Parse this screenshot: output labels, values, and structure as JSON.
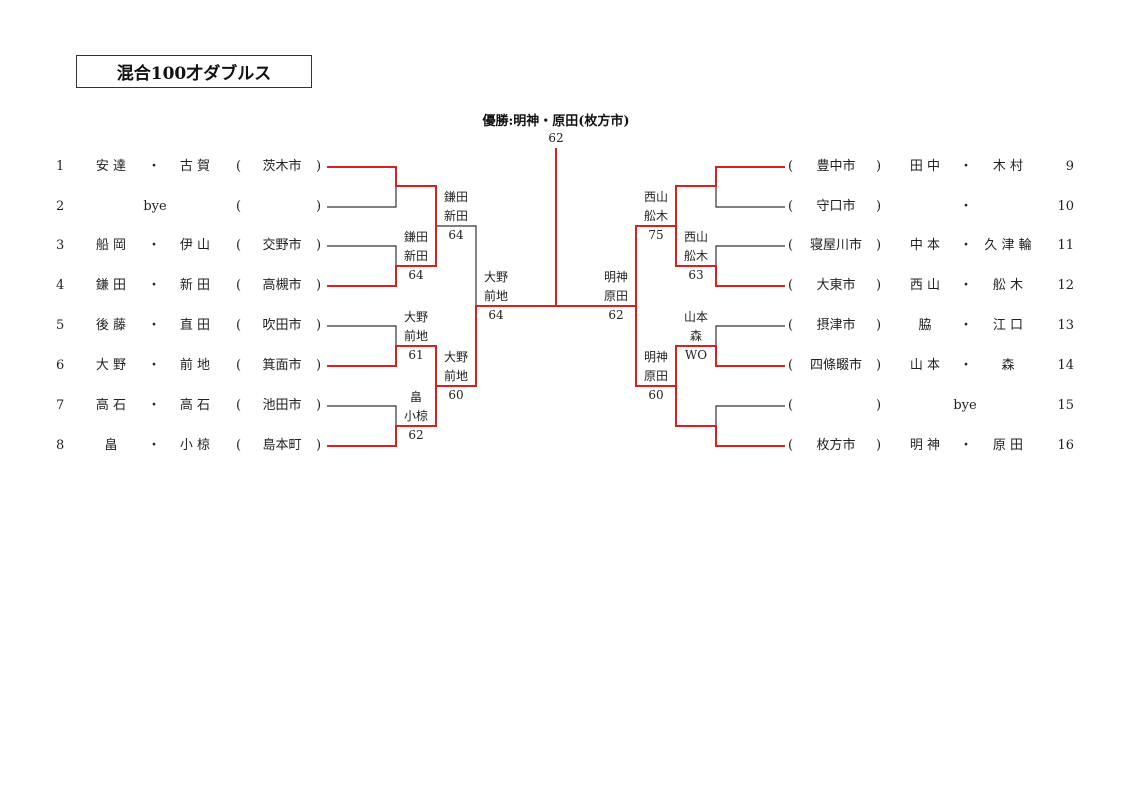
{
  "title": "混合100才ダブルス",
  "champion": {
    "label": "優勝:明神・原田(枚方市)",
    "score": "62"
  },
  "left_entries": [
    {
      "num": "1",
      "p1": "安 達",
      "dot": "・",
      "p2": "古 賀",
      "open": "(",
      "city": "茨木市",
      "close": ")"
    },
    {
      "num": "2",
      "bye": "bye",
      "open": "(",
      "city": "",
      "close": ")"
    },
    {
      "num": "3",
      "p1": "船 岡",
      "dot": "・",
      "p2": "伊 山",
      "open": "(",
      "city": "交野市",
      "close": ")"
    },
    {
      "num": "4",
      "p1": "鎌 田",
      "dot": "・",
      "p2": "新 田",
      "open": "(",
      "city": "高槻市",
      "close": ")"
    },
    {
      "num": "5",
      "p1": "後 藤",
      "dot": "・",
      "p2": "直 田",
      "open": "(",
      "city": "吹田市",
      "close": ")"
    },
    {
      "num": "6",
      "p1": "大 野",
      "dot": "・",
      "p2": "前 地",
      "open": "(",
      "city": "箕面市",
      "close": ")"
    },
    {
      "num": "7",
      "p1": "高 石",
      "dot": "・",
      "p2": "高 石",
      "open": "(",
      "city": "池田市",
      "close": ")"
    },
    {
      "num": "8",
      "p1": "畠",
      "dot": "・",
      "p2": "小 椋",
      "open": "(",
      "city": "島本町",
      "close": ")"
    }
  ],
  "right_entries": [
    {
      "num": "9",
      "open": "(",
      "city": "豊中市",
      "close": ")",
      "p1": "田 中",
      "dot": "・",
      "p2": "木 村"
    },
    {
      "num": "10",
      "open": "(",
      "city": "守口市",
      "close": ")",
      "p1": "",
      "dot": "・",
      "p2": ""
    },
    {
      "num": "11",
      "open": "(",
      "city": "寝屋川市",
      "close": ")",
      "p1": "中 本",
      "dot": "・",
      "p2": "久 津 輪"
    },
    {
      "num": "12",
      "open": "(",
      "city": "大東市",
      "close": ")",
      "p1": "西 山",
      "dot": "・",
      "p2": "舩 木"
    },
    {
      "num": "13",
      "open": "(",
      "city": "摂津市",
      "close": ")",
      "p1": "脇",
      "dot": "・",
      "p2": "江 口"
    },
    {
      "num": "14",
      "open": "(",
      "city": "四條畷市",
      "close": ")",
      "p1": "山 本",
      "dot": "・",
      "p2": "森"
    },
    {
      "num": "15",
      "open": "(",
      "city": "",
      "close": ")",
      "bye": "bye"
    },
    {
      "num": "16",
      "open": "(",
      "city": "枚方市",
      "close": ")",
      "p1": "明 神",
      "dot": "・",
      "p2": "原 田"
    }
  ],
  "results": {
    "l_r1_m2": {
      "n1": "鎌田",
      "n2": "新田",
      "score": "64"
    },
    "l_r1_m3": {
      "n1": "大野",
      "n2": "前地",
      "score": "61"
    },
    "l_r1_m4": {
      "n1": "畠",
      "n2": "小椋",
      "score": "62"
    },
    "l_r2_m1": {
      "n1": "鎌田",
      "n2": "新田",
      "score": "64"
    },
    "l_r2_m2": {
      "n1": "大野",
      "n2": "前地",
      "score": "60"
    },
    "l_sf": {
      "n1": "大野",
      "n2": "前地",
      "score": "64"
    },
    "r_r1_m2": {
      "n1": "西山",
      "n2": "舩木",
      "score": "63"
    },
    "r_r1_m3": {
      "n1": "山本",
      "n2": "森",
      "score": "WO"
    },
    "r_r2_m1": {
      "n1": "西山",
      "n2": "舩木",
      "score": "75"
    },
    "r_r2_m2": {
      "n1": "明神",
      "n2": "原田",
      "score": "60"
    },
    "r_sf": {
      "n1": "明神",
      "n2": "原田",
      "score": "62"
    }
  },
  "colors": {
    "win_line": "#d9201f",
    "line": "#333333"
  }
}
